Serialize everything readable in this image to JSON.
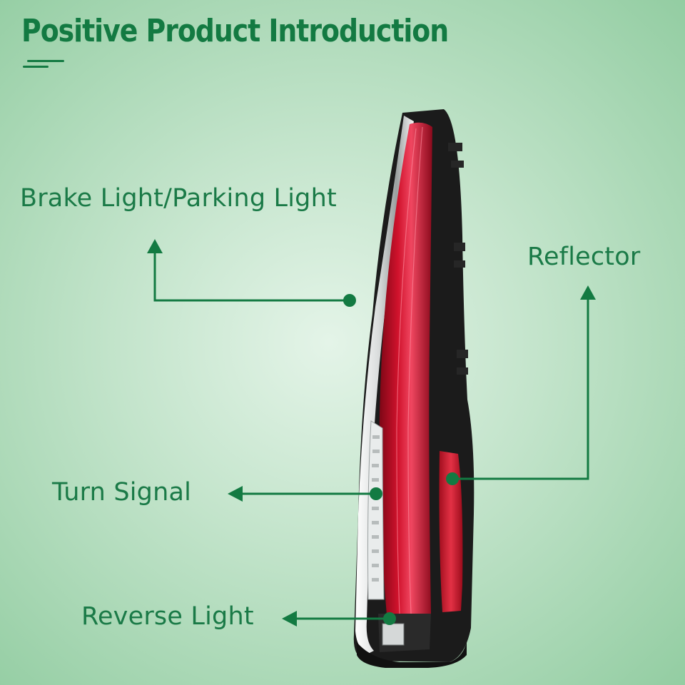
{
  "header": {
    "title": "Positive Product Introduction"
  },
  "callouts": {
    "brake": "Brake Light/Parking Light",
    "reflector": "Reflector",
    "turn_signal": "Turn Signal",
    "reverse": "Reverse Light"
  },
  "colors": {
    "accent_green": "#137a42",
    "lens_red": "#c8102e",
    "housing_black": "#1b1b1b"
  }
}
